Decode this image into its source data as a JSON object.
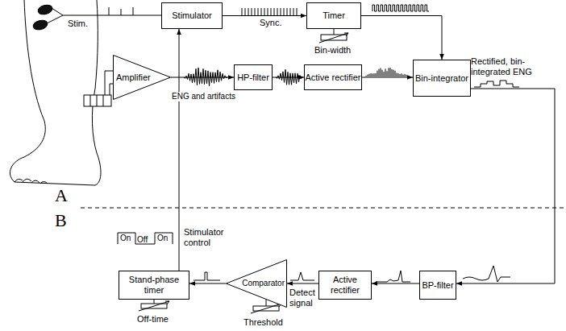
{
  "diagram": {
    "nodes": [
      {
        "text": [
          "Stimulator"
        ]
      },
      {
        "text": [
          "Timer"
        ]
      },
      {
        "text": [
          "Amplifier"
        ]
      },
      {
        "text": [
          "HP-filter"
        ]
      },
      {
        "text": [
          "Active rectifier"
        ]
      },
      {
        "text": [
          "Bin-integrator"
        ]
      },
      {
        "text": [
          "Stand-phase timer"
        ]
      },
      {
        "text": [
          "Comparator"
        ]
      },
      {
        "text": [
          "Active rectifier"
        ]
      },
      {
        "text": [
          "BP-filter"
        ]
      }
    ],
    "edges": [
      {
        "from": 0,
        "to": 1,
        "arrow": "to",
        "label": "Sync."
      },
      {
        "from": 1,
        "to": 5,
        "arrow": "to"
      },
      {
        "from": 2,
        "to": 3,
        "arrow": "to",
        "label": "ENG and artifacts"
      },
      {
        "from": 3,
        "to": 4,
        "arrow": "to"
      },
      {
        "from": 4,
        "to": 5,
        "arrow": "to"
      },
      {
        "from": 5,
        "to": 9,
        "arrow": "to"
      },
      {
        "from": 9,
        "to": 8,
        "arrow": "to"
      },
      {
        "from": 8,
        "to": 7,
        "arrow": "to",
        "label": "Detect signal"
      },
      {
        "from": 7,
        "to": 6,
        "arrow": "to"
      },
      {
        "from": 6,
        "to": 0,
        "arrow": "to"
      }
    ],
    "labels": [
      "Stim.",
      "Bin-width",
      "A",
      "B",
      "On",
      "Off",
      "On",
      "Stimulator control",
      "Threshold",
      "Off-time",
      "Rectified, bin-integrated ENG"
    ]
  }
}
